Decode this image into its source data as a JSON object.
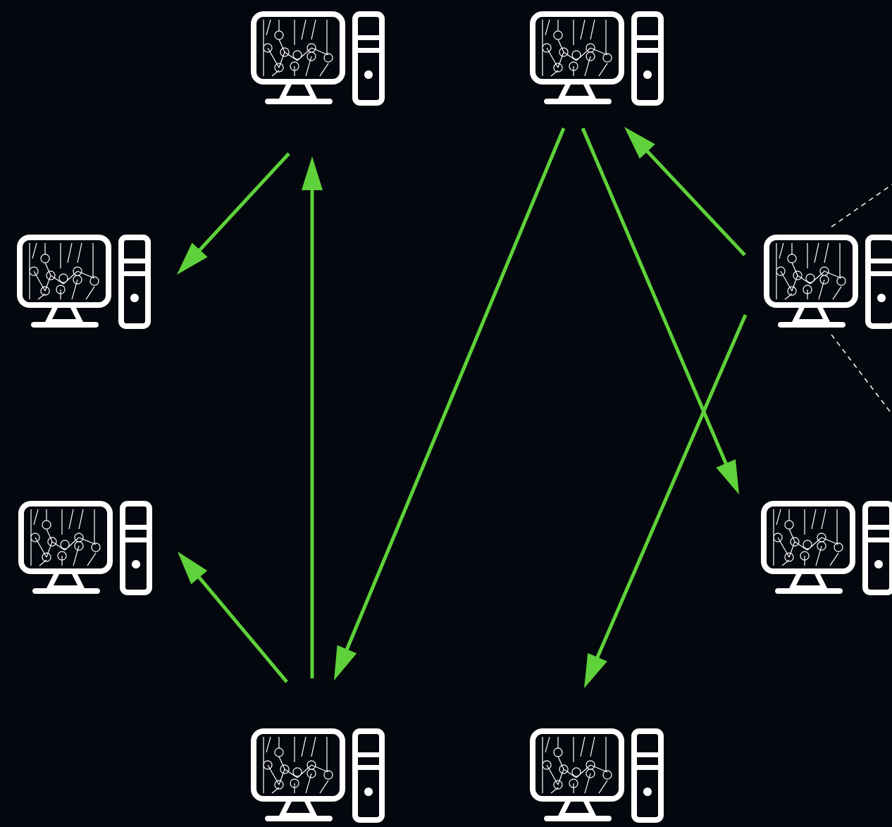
{
  "colors": {
    "background": "#04080e",
    "edge": "#5fd13a",
    "icon": "#ffffff",
    "screen_fill": "#04080e",
    "dashed": "#ffffff"
  },
  "nodes": [
    {
      "id": "top-left",
      "icon": "desktop-computer-icon"
    },
    {
      "id": "top-right",
      "icon": "desktop-computer-icon"
    },
    {
      "id": "mid-left-upper",
      "icon": "desktop-computer-icon"
    },
    {
      "id": "mid-right-upper",
      "icon": "desktop-computer-icon"
    },
    {
      "id": "mid-left-lower",
      "icon": "desktop-computer-icon"
    },
    {
      "id": "mid-right-lower",
      "icon": "desktop-computer-icon"
    },
    {
      "id": "bottom-left",
      "icon": "desktop-computer-icon"
    },
    {
      "id": "bottom-right",
      "icon": "desktop-computer-icon"
    }
  ],
  "edges": [
    {
      "from": "top-left",
      "to": "mid-left-upper"
    },
    {
      "from": "bottom-left",
      "to": "top-left"
    },
    {
      "from": "bottom-left",
      "to": "mid-left-lower"
    },
    {
      "from": "top-right",
      "to": "bottom-left"
    },
    {
      "from": "top-right",
      "to": "mid-right-lower"
    },
    {
      "from": "mid-right-upper",
      "to": "top-right"
    },
    {
      "from": "mid-right-upper",
      "to": "bottom-right"
    }
  ],
  "dashed_highlight": {
    "node": "mid-right-upper"
  }
}
